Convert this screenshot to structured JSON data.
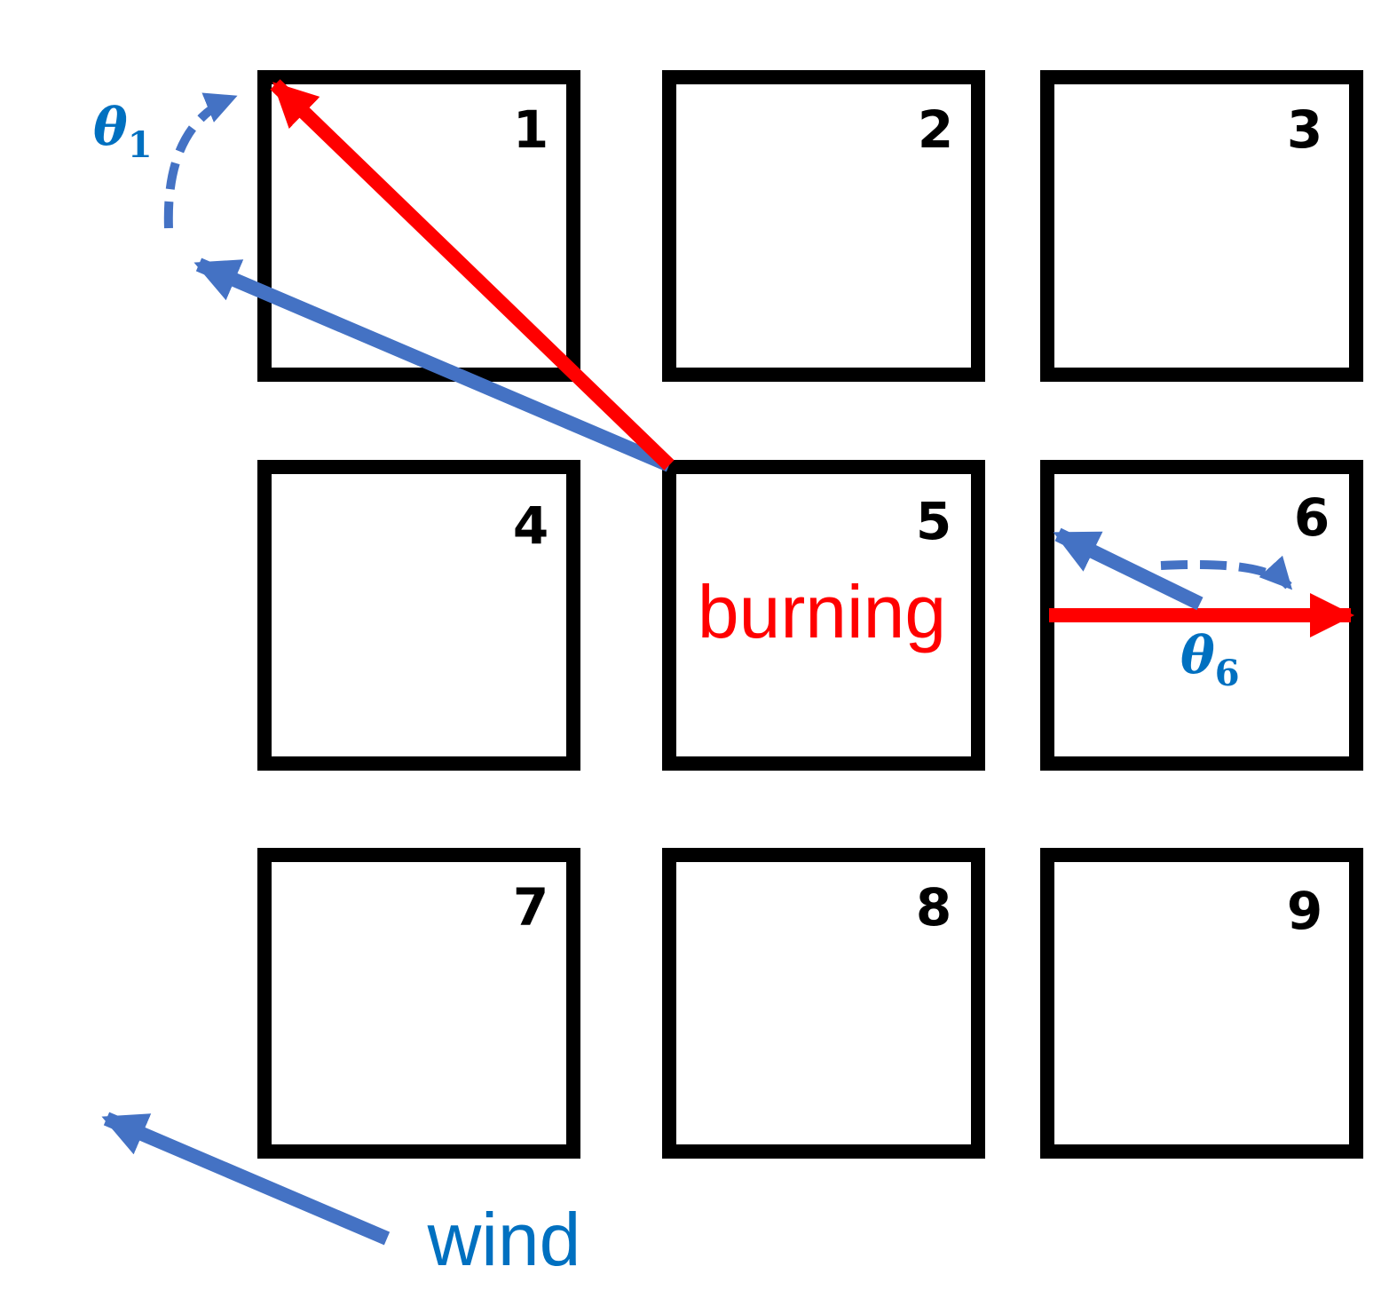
{
  "cells": [
    {
      "id": 1,
      "label": "1"
    },
    {
      "id": 2,
      "label": "2"
    },
    {
      "id": 3,
      "label": "3"
    },
    {
      "id": 4,
      "label": "4"
    },
    {
      "id": 5,
      "label": "5"
    },
    {
      "id": 6,
      "label": "6"
    },
    {
      "id": 7,
      "label": "7"
    },
    {
      "id": 8,
      "label": "8"
    },
    {
      "id": 9,
      "label": "9"
    }
  ],
  "burning_label": "burning",
  "wind_label": "wind",
  "theta1": {
    "symbol": "θ",
    "subscript": "1"
  },
  "theta6": {
    "symbol": "θ",
    "subscript": "6"
  },
  "colors": {
    "spread_arrow": "#ff0000",
    "wind_arrow": "#4472c4",
    "label_blue": "#0070c0",
    "burning_text": "#ff0000",
    "cell_border": "#000000"
  }
}
